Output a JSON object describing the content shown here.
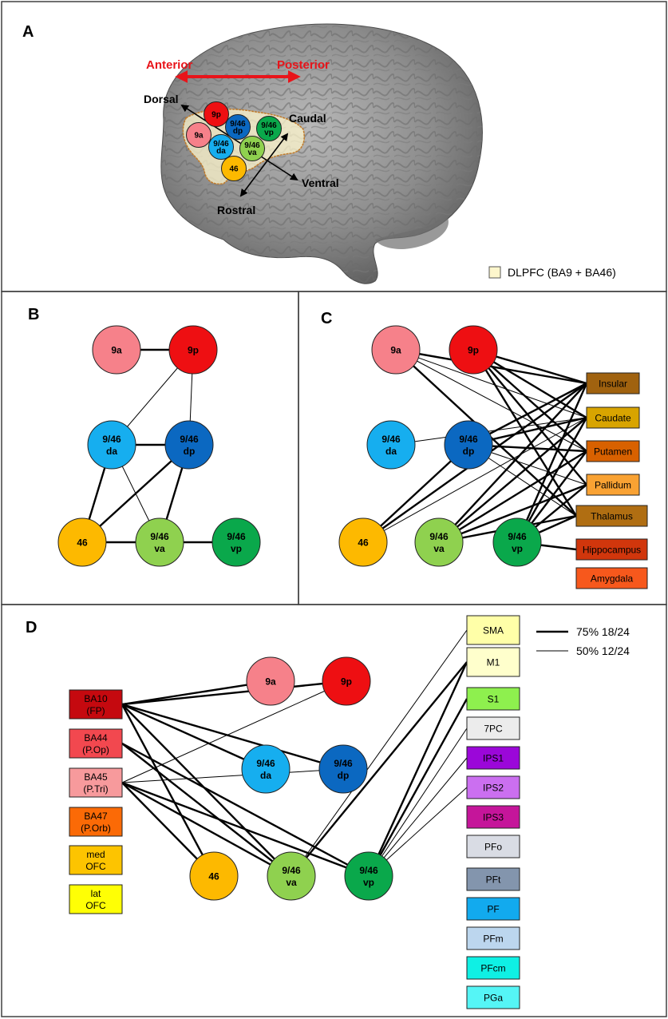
{
  "panels": {
    "a": "A",
    "b": "B",
    "c": "C",
    "d": "D"
  },
  "panel_a": {
    "anterior": "Anterior",
    "posterior": "Posterior",
    "dorsal": "Dorsal",
    "ventral": "Ventral",
    "caudal": "Caudal",
    "rostral": "Rostral",
    "legend": "DLPFC (BA9 + BA46)",
    "legend_color": "#fdf6cc",
    "arrow_color": "#e8141a"
  },
  "colors": {
    "9a": "#f6818a",
    "9p": "#ee0f12",
    "9/46da": "#16aeef",
    "9/46dp": "#0b68c1",
    "46": "#fdb900",
    "9/46va": "#8fd14f",
    "9/46vp": "#0aa84b"
  },
  "dlpfc_regions": [
    {
      "id": "9a",
      "line1": "9a",
      "line2": ""
    },
    {
      "id": "9p",
      "line1": "9p",
      "line2": ""
    },
    {
      "id": "9/46da",
      "line1": "9/46",
      "line2": "da"
    },
    {
      "id": "9/46dp",
      "line1": "9/46",
      "line2": "dp"
    },
    {
      "id": "46",
      "line1": "46",
      "line2": ""
    },
    {
      "id": "9/46va",
      "line1": "9/46",
      "line2": "va"
    },
    {
      "id": "9/46vp",
      "line1": "9/46",
      "line2": "vp"
    }
  ],
  "panel_b_edges": [
    {
      "from": "9a",
      "to": "9p",
      "strength": "75%"
    },
    {
      "from": "9/46da",
      "to": "9/46dp",
      "strength": "75%"
    },
    {
      "from": "46",
      "to": "9/46va",
      "strength": "75%"
    },
    {
      "from": "9/46va",
      "to": "9/46vp",
      "strength": "75%"
    },
    {
      "from": "9/46da",
      "to": "46",
      "strength": "75%"
    },
    {
      "from": "9/46dp",
      "to": "46",
      "strength": "75%"
    },
    {
      "from": "9/46dp",
      "to": "9/46va",
      "strength": "75%"
    },
    {
      "from": "9p",
      "to": "9/46da",
      "strength": "50%"
    },
    {
      "from": "9p",
      "to": "9/46dp",
      "strength": "50%"
    },
    {
      "from": "9/46da",
      "to": "9/46va",
      "strength": "50%"
    }
  ],
  "subcortical": [
    {
      "id": "insular",
      "label": "Insular",
      "color": "#a0620f"
    },
    {
      "id": "caudate",
      "label": "Caudate",
      "color": "#d8a400"
    },
    {
      "id": "putamen",
      "label": "Putamen",
      "color": "#d86100"
    },
    {
      "id": "pallidum",
      "label": "Pallidum",
      "color": "#f9a233"
    },
    {
      "id": "thalamus",
      "label": "Thalamus",
      "color": "#b06e12"
    },
    {
      "id": "hippocampus",
      "label": "Hippocampus",
      "color": "#d1360c"
    },
    {
      "id": "amygdala",
      "label": "Amygdala",
      "color": "#f7581c"
    }
  ],
  "panel_c_edges": [
    {
      "from": "9a",
      "to": "insular",
      "strength": "75%"
    },
    {
      "from": "9a",
      "to": "caudate",
      "strength": "50%"
    },
    {
      "from": "9a",
      "to": "putamen",
      "strength": "50%"
    },
    {
      "from": "9a",
      "to": "thalamus",
      "strength": "75%"
    },
    {
      "from": "9p",
      "to": "insular",
      "strength": "75%"
    },
    {
      "from": "9p",
      "to": "caudate",
      "strength": "75%"
    },
    {
      "from": "9p",
      "to": "putamen",
      "strength": "75%"
    },
    {
      "from": "9p",
      "to": "pallidum",
      "strength": "75%"
    },
    {
      "from": "9p",
      "to": "thalamus",
      "strength": "75%"
    },
    {
      "from": "9/46da",
      "to": "caudate",
      "strength": "50%"
    },
    {
      "from": "9/46dp",
      "to": "insular",
      "strength": "75%"
    },
    {
      "from": "9/46dp",
      "to": "caudate",
      "strength": "75%"
    },
    {
      "from": "9/46dp",
      "to": "putamen",
      "strength": "75%"
    },
    {
      "from": "9/46dp",
      "to": "pallidum",
      "strength": "50%"
    },
    {
      "from": "9/46dp",
      "to": "thalamus",
      "strength": "50%"
    },
    {
      "from": "46",
      "to": "9/46dp",
      "strength": "75%"
    },
    {
      "from": "46",
      "to": "insular",
      "strength": "75%"
    },
    {
      "from": "46",
      "to": "caudate",
      "strength": "50%"
    },
    {
      "from": "9/46va",
      "to": "insular",
      "strength": "75%"
    },
    {
      "from": "9/46va",
      "to": "caudate",
      "strength": "75%"
    },
    {
      "from": "9/46va",
      "to": "putamen",
      "strength": "75%"
    },
    {
      "from": "9/46va",
      "to": "pallidum",
      "strength": "75%"
    },
    {
      "from": "9/46va",
      "to": "thalamus",
      "strength": "75%"
    },
    {
      "from": "9/46vp",
      "to": "insular",
      "strength": "75%"
    },
    {
      "from": "9/46vp",
      "to": "caudate",
      "strength": "75%"
    },
    {
      "from": "9/46vp",
      "to": "putamen",
      "strength": "75%"
    },
    {
      "from": "9/46vp",
      "to": "pallidum",
      "strength": "75%"
    },
    {
      "from": "9/46vp",
      "to": "thalamus",
      "strength": "75%"
    },
    {
      "from": "9/46vp",
      "to": "hippocampus",
      "strength": "75%"
    }
  ],
  "frontal": [
    {
      "id": "ba10",
      "line1": "BA10",
      "line2": "(FP)",
      "color": "#c5090f"
    },
    {
      "id": "ba44",
      "line1": "BA44",
      "line2": "(P.Op)",
      "color": "#f2484f"
    },
    {
      "id": "ba45",
      "line1": "BA45",
      "line2": "(P.Tri)",
      "color": "#f79a9c"
    },
    {
      "id": "ba47",
      "line1": "BA47",
      "line2": "(P.Orb)",
      "color": "#fb6a06"
    },
    {
      "id": "medofc",
      "line1": "med",
      "line2": "OFC",
      "color": "#fdc400"
    },
    {
      "id": "latofc",
      "line1": "lat",
      "line2": "OFC",
      "color": "#ffff05"
    }
  ],
  "parietal": [
    {
      "id": "sma",
      "label": "SMA",
      "color": "#ffffa8"
    },
    {
      "id": "m1",
      "label": "M1",
      "color": "#ffffcc"
    },
    {
      "id": "s1",
      "label": "S1",
      "color": "#8ef04e"
    },
    {
      "id": "7pc",
      "label": "7PC",
      "color": "#ececec"
    },
    {
      "id": "ips1",
      "label": "IPS1",
      "color": "#9b07d9"
    },
    {
      "id": "ips2",
      "label": "IPS2",
      "color": "#cb6ff0"
    },
    {
      "id": "ips3",
      "label": "IPS3",
      "color": "#c5159a"
    },
    {
      "id": "pfo",
      "label": "PFo",
      "color": "#d9dce4"
    },
    {
      "id": "pft",
      "label": "PFt",
      "color": "#8395ad"
    },
    {
      "id": "pf",
      "label": "PF",
      "color": "#12aaee"
    },
    {
      "id": "pfm",
      "label": "PFm",
      "color": "#bcd6ee"
    },
    {
      "id": "pfcm",
      "label": "PFcm",
      "color": "#0ff0e4"
    },
    {
      "id": "pga",
      "label": "PGa",
      "color": "#55f5f6"
    }
  ],
  "panel_d_edges": [
    {
      "from": "ba10",
      "to": "9a",
      "strength": "75%"
    },
    {
      "from": "ba10",
      "to": "9p",
      "strength": "75%"
    },
    {
      "from": "ba10",
      "to": "9/46da",
      "strength": "75%"
    },
    {
      "from": "ba10",
      "to": "9/46dp",
      "strength": "75%"
    },
    {
      "from": "ba10",
      "to": "46",
      "strength": "75%"
    },
    {
      "from": "ba10",
      "to": "9/46va",
      "strength": "75%"
    },
    {
      "from": "ba44",
      "to": "9/46va",
      "strength": "75%"
    },
    {
      "from": "ba44",
      "to": "9/46vp",
      "strength": "75%"
    },
    {
      "from": "ba45",
      "to": "9p",
      "strength": "50%"
    },
    {
      "from": "ba45",
      "to": "9/46dp",
      "strength": "50%"
    },
    {
      "from": "ba45",
      "to": "46",
      "strength": "75%"
    },
    {
      "from": "ba45",
      "to": "9/46va",
      "strength": "75%"
    },
    {
      "from": "ba45",
      "to": "9/46vp",
      "strength": "75%"
    },
    {
      "from": "9/46va",
      "to": "sma",
      "strength": "50%"
    },
    {
      "from": "9/46va",
      "to": "m1",
      "strength": "75%"
    },
    {
      "from": "9/46vp",
      "to": "m1",
      "strength": "75%"
    },
    {
      "from": "9/46vp",
      "to": "s1",
      "strength": "75%"
    },
    {
      "from": "9/46vp",
      "to": "7pc",
      "strength": "50%"
    },
    {
      "from": "9/46vp",
      "to": "ips1",
      "strength": "50%"
    },
    {
      "from": "9/46vp",
      "to": "ips2",
      "strength": "50%"
    }
  ],
  "legend": {
    "strong": "75% 18/24",
    "weak": "50% 12/24"
  }
}
